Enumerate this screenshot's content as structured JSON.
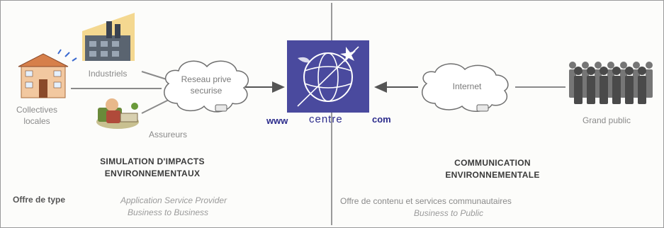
{
  "left": {
    "actors": {
      "collectives": "Collectives\nlocales",
      "industriels": "Industriels",
      "assureurs": "Assureurs"
    },
    "network_cloud": "Reseau prive\nsecurise",
    "section_title": "SIMULATION D'IMPACTS\nENVIRONNEMENTAUX",
    "offer_label": "Offre de type",
    "offer_line1": "Application Service Provider",
    "offer_line2": "Business to Business"
  },
  "center": {
    "www": "www",
    "centre": "centre",
    "com": "com"
  },
  "right": {
    "internet_cloud": "Internet",
    "grand_public": "Grand public",
    "section_title": "COMMUNICATION\nENVIRONNEMENTALE",
    "offer_line1": "Offre de contenu et services communautaires",
    "offer_line2": "Business to Public"
  },
  "colors": {
    "logo_bg": "#4a4a9e",
    "brand": "#2c2c8c",
    "line": "#8a8a8a"
  }
}
